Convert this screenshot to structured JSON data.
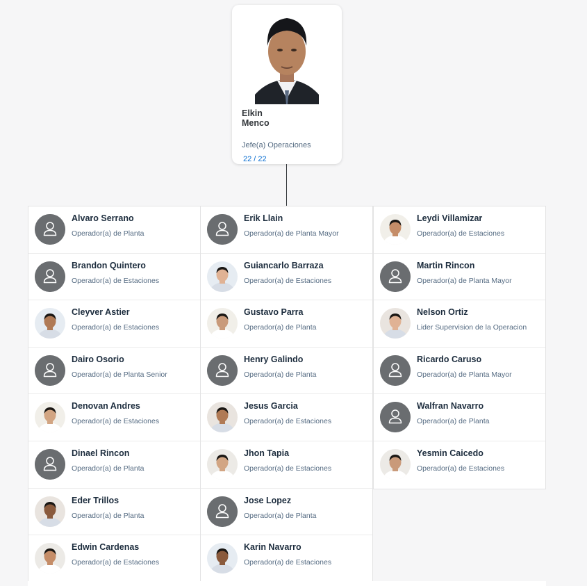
{
  "manager": {
    "first_name": "Elkin",
    "last_name": "Menco",
    "title": "Jefe(a) Operaciones",
    "count": "22 / 22"
  },
  "columns": [
    [
      {
        "name": "Alvaro Serrano",
        "title": "Operador(a) de Planta",
        "avatar": "placeholder"
      },
      {
        "name": "Brandon Quintero",
        "title": "Operador(a) de Estaciones",
        "avatar": "placeholder"
      },
      {
        "name": "Cleyver Astier",
        "title": "Operador(a) de Estaciones",
        "avatar": "photo"
      },
      {
        "name": "Dairo Osorio",
        "title": "Operador(a) de Planta Senior",
        "avatar": "placeholder"
      },
      {
        "name": "Denovan Andres",
        "title": "Operador(a) de Estaciones",
        "avatar": "photo"
      },
      {
        "name": "Dinael Rincon",
        "title": "Operador(a) de Planta",
        "avatar": "placeholder"
      },
      {
        "name": "Eder Trillos",
        "title": "Operador(a) de Planta",
        "avatar": "photo"
      },
      {
        "name": "Edwin Cardenas",
        "title": "Operador(a) de Estaciones",
        "avatar": "photo"
      }
    ],
    [
      {
        "name": "Erik Llain",
        "title": "Operador(a) de Planta Mayor",
        "avatar": "placeholder"
      },
      {
        "name": "Guiancarlo Barraza",
        "title": "Operador(a) de Estaciones",
        "avatar": "photo"
      },
      {
        "name": "Gustavo Parra",
        "title": "Operador(a) de Planta",
        "avatar": "photo"
      },
      {
        "name": "Henry Galindo",
        "title": "Operador(a) de Planta",
        "avatar": "placeholder"
      },
      {
        "name": "Jesus Garcia",
        "title": "Operador(a) de Estaciones",
        "avatar": "photo"
      },
      {
        "name": "Jhon Tapia",
        "title": "Operador(a) de Estaciones",
        "avatar": "photo"
      },
      {
        "name": "Jose Lopez",
        "title": "Operador(a) de Planta",
        "avatar": "placeholder"
      },
      {
        "name": "Karin Navarro",
        "title": "Operador(a) de Estaciones",
        "avatar": "photo"
      }
    ],
    [
      {
        "name": "Leydi Villamizar",
        "title": "Operador(a) de Estaciones",
        "avatar": "photo"
      },
      {
        "name": "Martin Rincon",
        "title": "Operador(a) de Planta Mayor",
        "avatar": "placeholder"
      },
      {
        "name": "Nelson Ortiz",
        "title": "Lider Supervision de la Operacion",
        "avatar": "photo"
      },
      {
        "name": "Ricardo Caruso",
        "title": "Operador(a) de Planta Mayor",
        "avatar": "placeholder"
      },
      {
        "name": "Walfran Navarro",
        "title": "Operador(a) de Planta",
        "avatar": "placeholder"
      },
      {
        "name": "Yesmin Caicedo",
        "title": "Operador(a) de Estaciones",
        "avatar": "photo"
      }
    ]
  ],
  "colors": {
    "placeholder_avatar": "#6a6d70",
    "count_link": "#0a6ed1",
    "subtitle": "#556b82"
  },
  "icons": {
    "placeholder": "person-icon",
    "photo": "employee-photo"
  }
}
